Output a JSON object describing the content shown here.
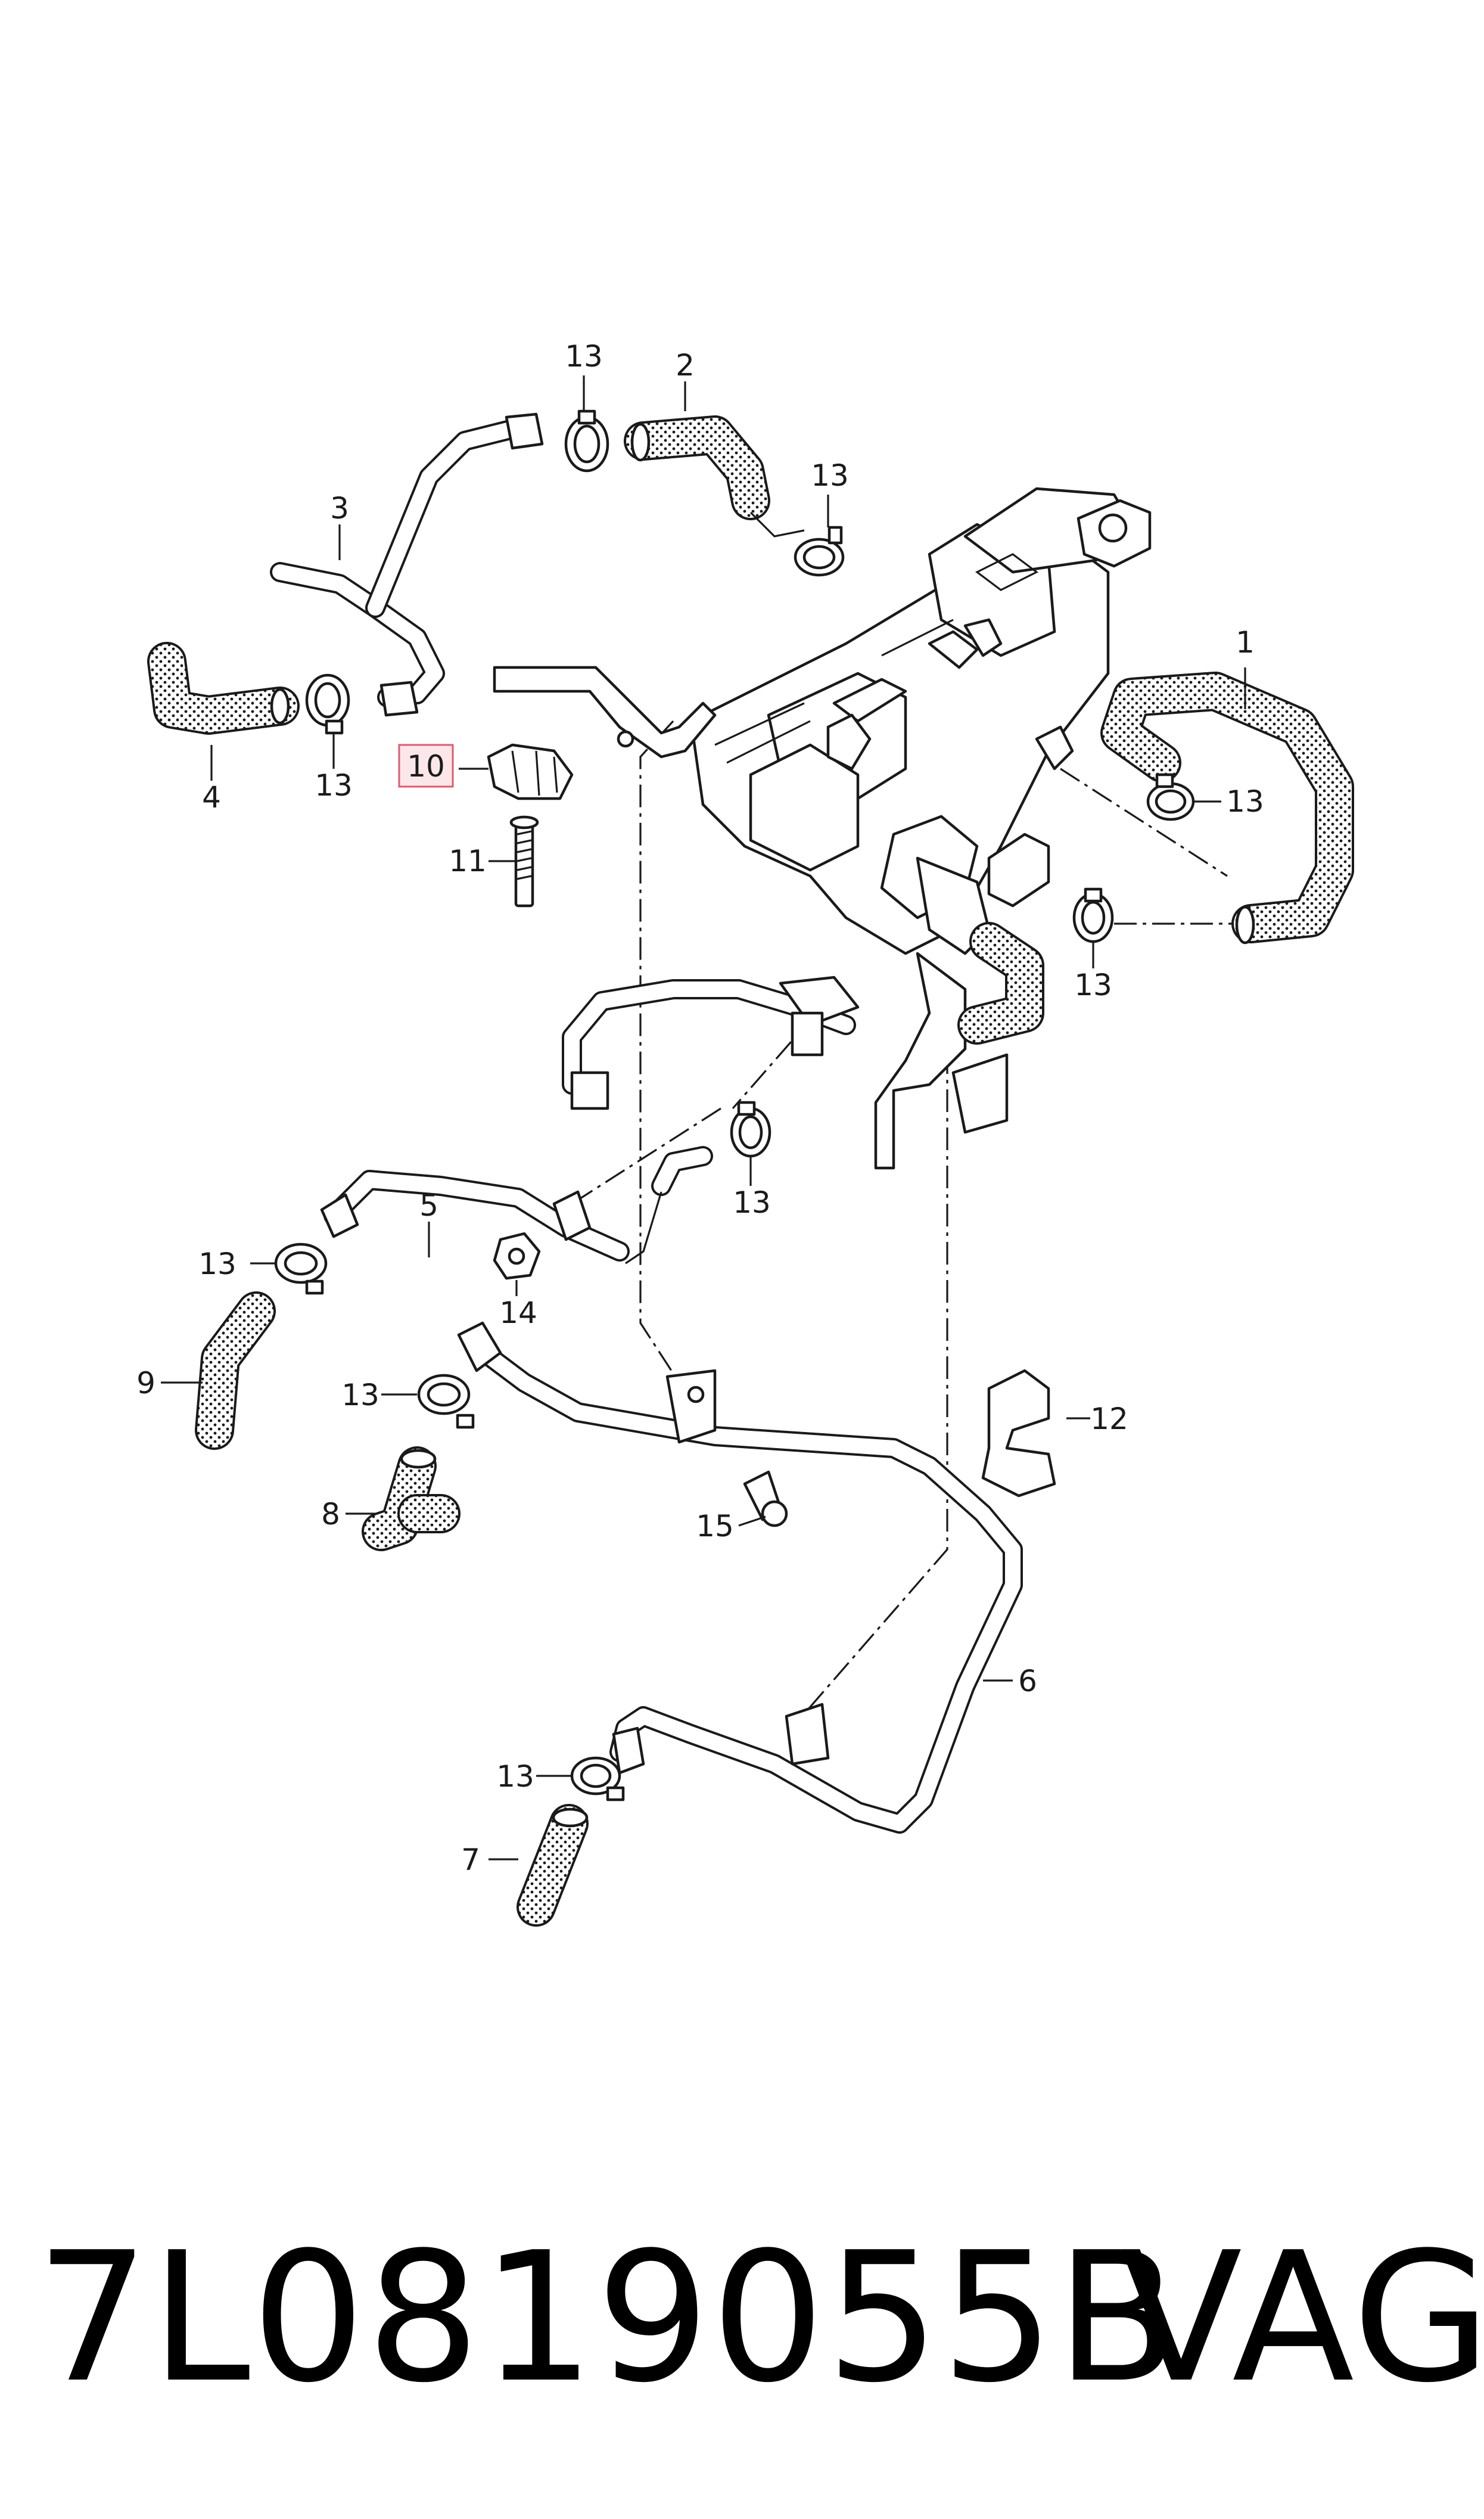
{
  "labels": {
    "l1": "1",
    "l2": "2",
    "l3": "3",
    "l4": "4",
    "l5": "5",
    "l6": "6",
    "l7": "7",
    "l8": "8",
    "l9": "9",
    "l10": "10",
    "l11": "11",
    "l12": "12",
    "l13a": "13",
    "l13b": "13",
    "l13c": "13",
    "l13d": "13",
    "l13e": "13",
    "l13f": "13",
    "l13g": "13",
    "l13h": "13",
    "l13i": "13",
    "l14": "14",
    "l15": "15"
  },
  "highlight": {
    "label": "10",
    "fill": "#fbe7ea",
    "stroke": "#e05a6e"
  },
  "footer": {
    "part_number": "7L0819055B",
    "brand": "VAG"
  }
}
